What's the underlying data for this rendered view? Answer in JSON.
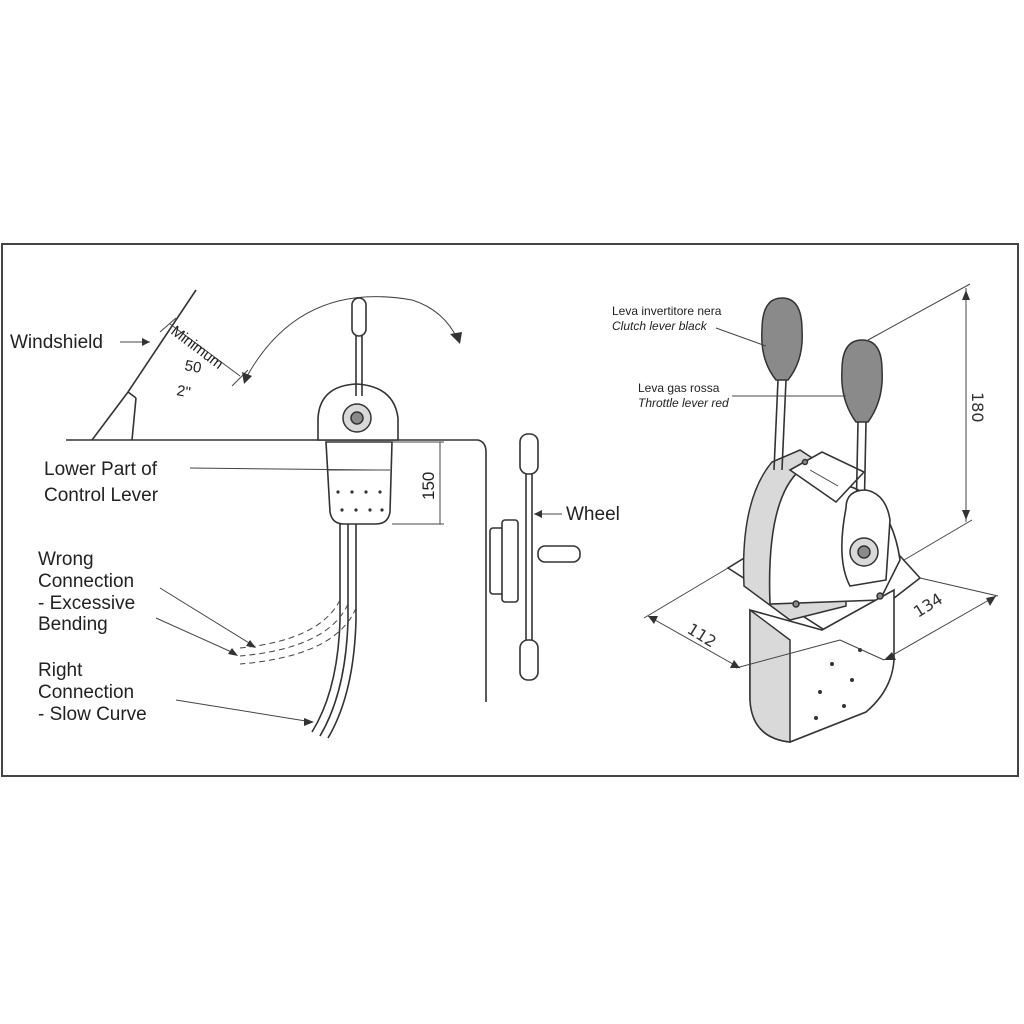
{
  "colors": {
    "line": "#333333",
    "frame": "#444444",
    "fill_light": "#d9d9d9",
    "fill_dark": "#8a8a8a",
    "background": "#ffffff"
  },
  "left_diagram": {
    "windshield_label": "Windshield",
    "minimum_label": "Minimum",
    "minimum_mm": "50",
    "minimum_in": "2\"",
    "lower_part_line1": "Lower Part of",
    "lower_part_line2": "Control Lever",
    "depth_value": "150",
    "wheel_label": "Wheel",
    "wrong_line1": "Wrong",
    "wrong_line2": "Connection",
    "wrong_line3": "- Excessive",
    "wrong_line4": "Bending",
    "right_line1": "Right",
    "right_line2": "Connection",
    "right_line3": "- Slow Curve"
  },
  "right_diagram": {
    "clutch_it": "Leva invertitore nera",
    "clutch_en": "Clutch lever black",
    "throttle_it": "Leva gas rossa",
    "throttle_en": "Throttle lever red",
    "height_value": "180",
    "width_value": "112",
    "depth_value": "134"
  }
}
